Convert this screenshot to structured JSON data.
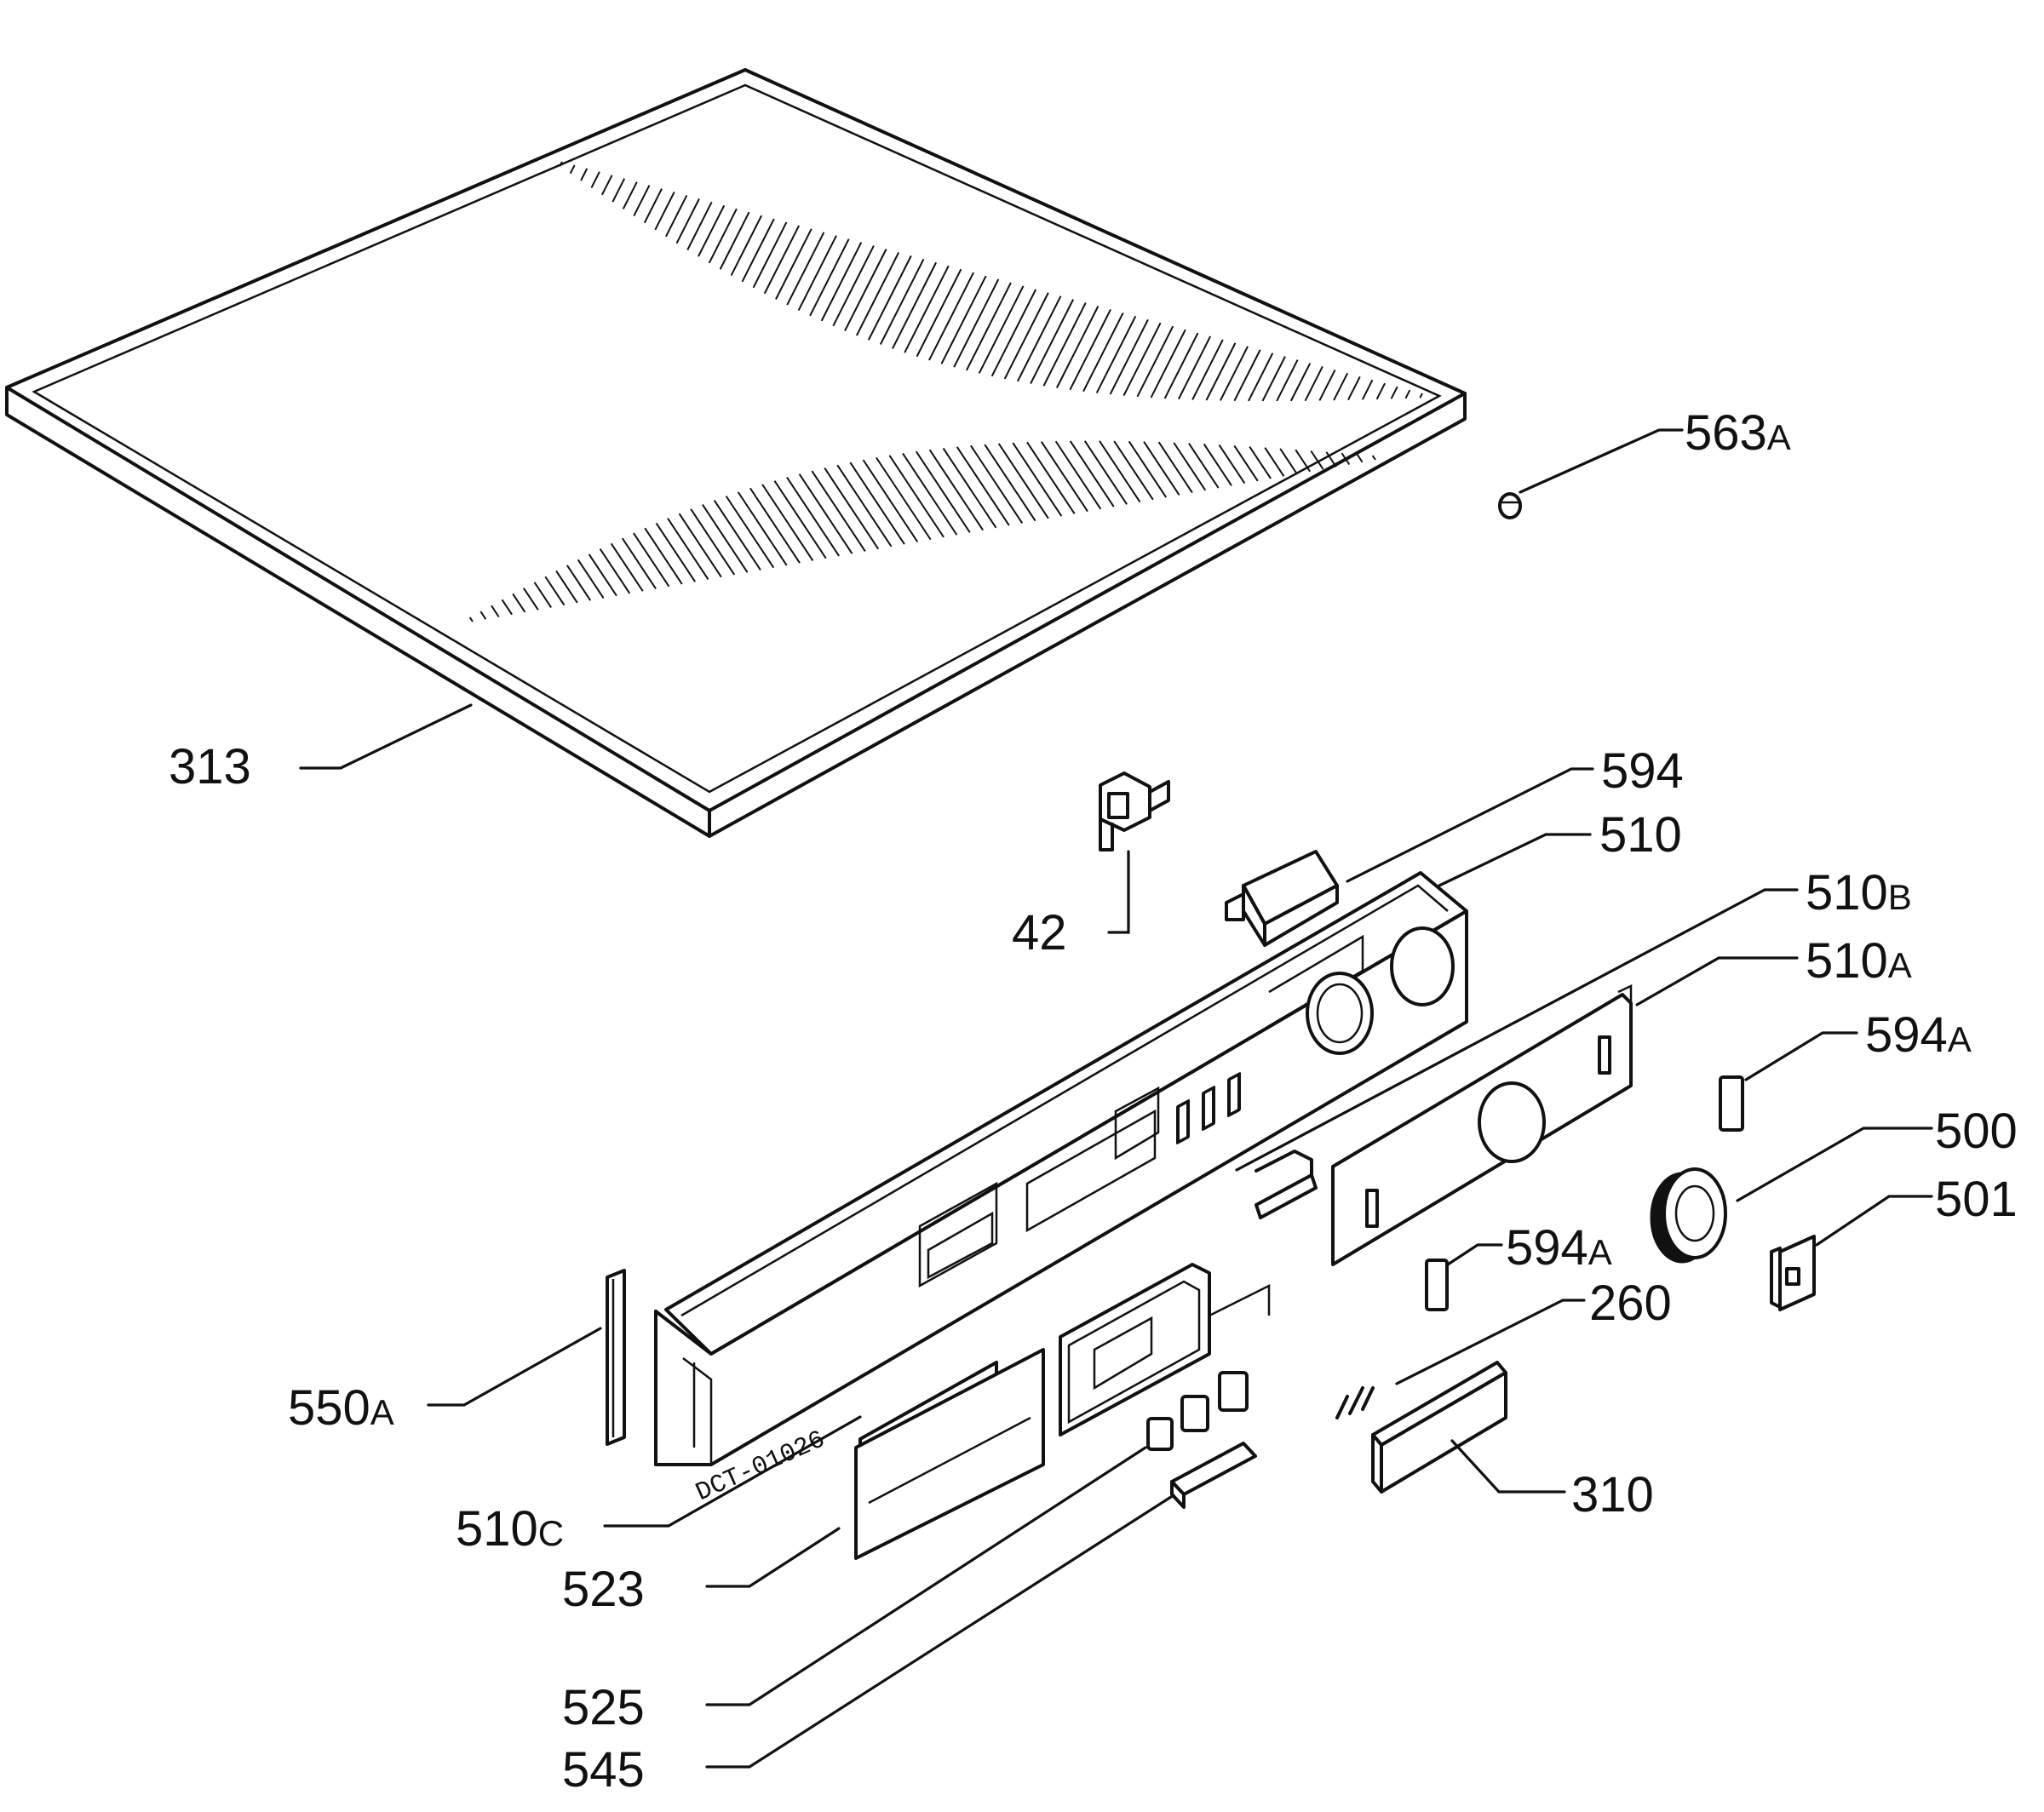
{
  "parts": [
    {
      "id": "p313",
      "number": "313"
    },
    {
      "id": "p563a",
      "number": "563",
      "suffix": "A"
    },
    {
      "id": "p594",
      "number": "594"
    },
    {
      "id": "p510",
      "number": "510"
    },
    {
      "id": "p42",
      "number": "42"
    },
    {
      "id": "p510b",
      "number": "510",
      "suffix": "B"
    },
    {
      "id": "p510a",
      "number": "510",
      "suffix": "A"
    },
    {
      "id": "p594a1",
      "number": "594",
      "suffix": "A"
    },
    {
      "id": "p500",
      "number": "500"
    },
    {
      "id": "p501",
      "number": "501"
    },
    {
      "id": "p594a2",
      "number": "594",
      "suffix": "A"
    },
    {
      "id": "p260",
      "number": "260"
    },
    {
      "id": "p550a",
      "number": "550",
      "suffix": "A"
    },
    {
      "id": "p310",
      "number": "310"
    },
    {
      "id": "p510c",
      "number": "510",
      "suffix": "C"
    },
    {
      "id": "p523",
      "number": "523"
    },
    {
      "id": "p525",
      "number": "525"
    },
    {
      "id": "p545",
      "number": "545"
    }
  ],
  "stamp": "DCT-01026"
}
